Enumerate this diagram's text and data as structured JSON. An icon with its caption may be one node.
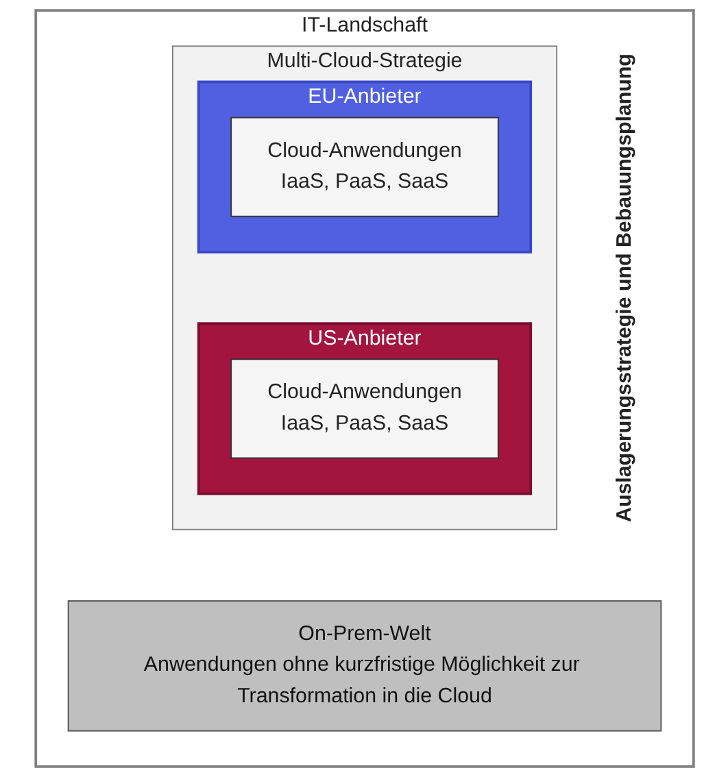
{
  "diagram": {
    "nodes": [
      {
        "text": [
          "IT-Landschaft",
          "Auslagerungsstrategie und Bebauungsplanung"
        ]
      },
      {
        "text": [
          "Multi-Cloud-Strategie"
        ],
        "in": 0
      },
      {
        "text": [
          "EU-Anbieter"
        ],
        "in": 1
      },
      {
        "text": [
          "Cloud-Anwendungen",
          "IaaS, PaaS, SaaS"
        ],
        "in": 2
      },
      {
        "text": [
          "US-Anbieter"
        ],
        "in": 1
      },
      {
        "text": [
          "Cloud-Anwendungen",
          "IaaS, PaaS, SaaS"
        ],
        "in": 4
      },
      {
        "text": [
          "On-Prem-Welt",
          "Anwendungen ohne kurzfristige Möglichkeit zur Transformation in die Cloud"
        ],
        "in": 0
      }
    ]
  }
}
